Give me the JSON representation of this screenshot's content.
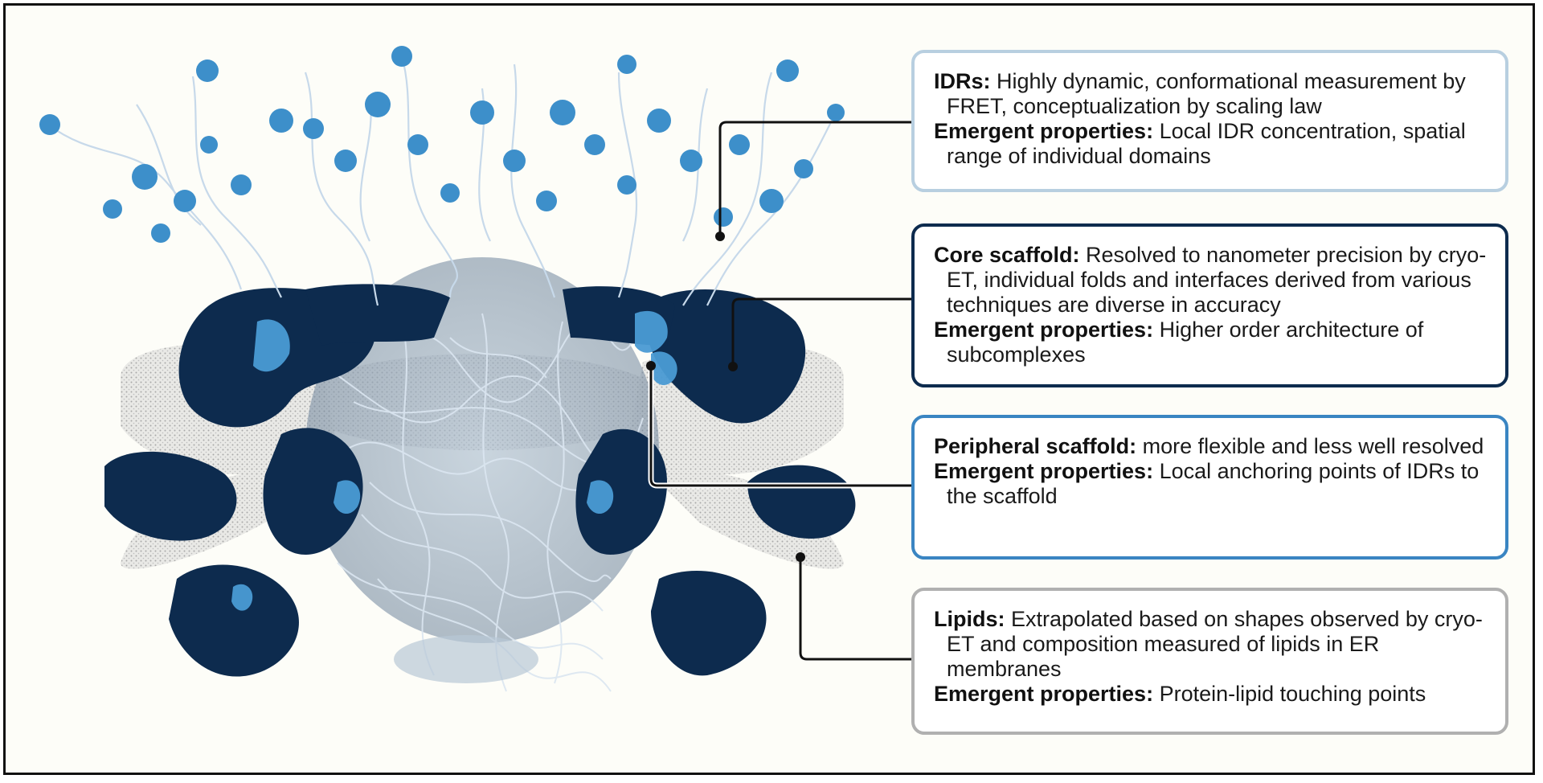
{
  "figure": {
    "panels": [
      {
        "id": "idr",
        "border_color": "#b8cfe0",
        "heading": "IDRs:",
        "description": "Highly dynamic, conformational measurement by FRET, conceptualization by scaling law",
        "emergent_heading": "Emergent properties:",
        "emergent_text": "Local IDR concentration, spatial range of individual domains"
      },
      {
        "id": "core",
        "border_color": "#0d2b4e",
        "heading": "Core scaffold:",
        "description": "Resolved to nanometer precision by cryo-ET, individual folds and interfaces derived from various techniques are diverse in accuracy",
        "emergent_heading": "Emergent properties:",
        "emergent_text": "Higher order architecture of subcomplexes"
      },
      {
        "id": "peripheral",
        "border_color": "#3a85c2",
        "heading": "Peripheral scaffold:",
        "description": "more flexible and less well resolved",
        "emergent_heading": "Emergent properties:",
        "emergent_text": "Local anchoring points of IDRs to the scaffold"
      },
      {
        "id": "lipids",
        "border_color": "#b0b0b0",
        "heading": "Lipids:",
        "description": "Extrapolated based on shapes observed by cryo-ET and composition measured of lipids in ER membranes",
        "emergent_heading": "Emergent properties:",
        "emergent_text": "Protein-lipid touching points"
      }
    ],
    "colors": {
      "idr_light": "#c7d9ea",
      "idr_domain": "#3d8fca",
      "core_scaffold": "#0d2b4e",
      "peripheral_scaffold": "#4a9bd4",
      "lipid_membrane": "#cfcfcf",
      "leader_line": "#111111"
    }
  }
}
